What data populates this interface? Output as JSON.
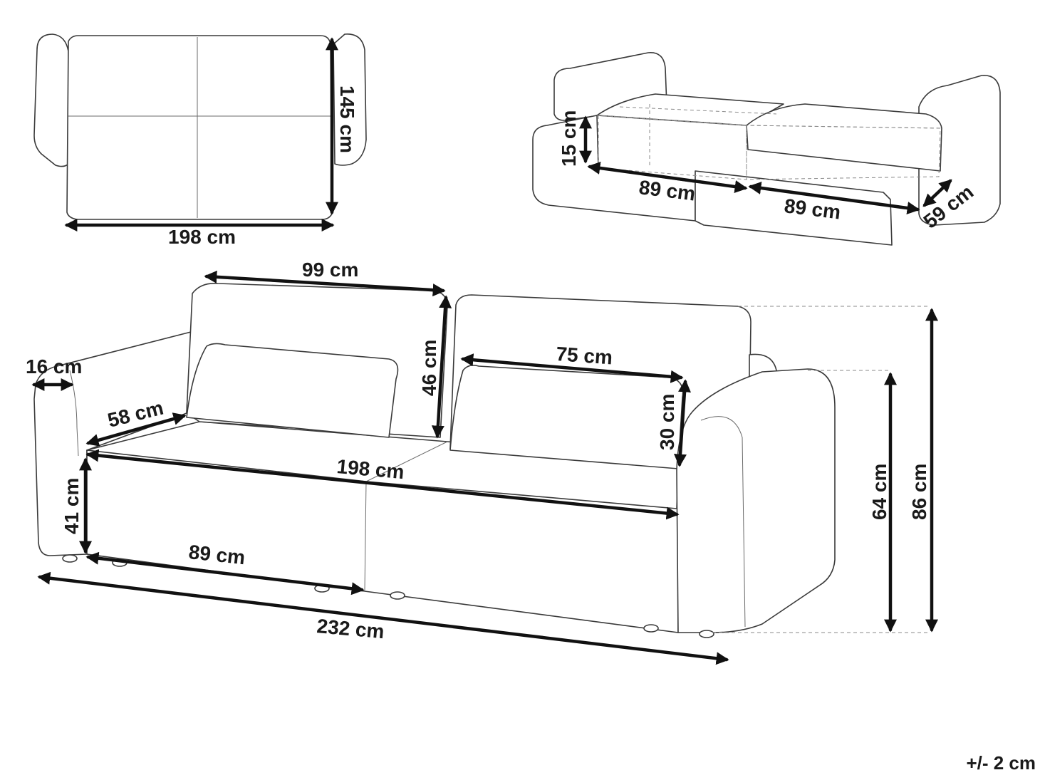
{
  "top_view": {
    "depth": "145 cm",
    "width": "198 cm"
  },
  "bed_view": {
    "mattress_height": "15 cm",
    "left_bed_width": "89 cm",
    "right_bed_width": "89 cm",
    "extension": "59 cm"
  },
  "front_view": {
    "back_cushion_width": "99 cm",
    "back_cushion_height": "46 cm",
    "pillow_width": "75 cm",
    "pillow_height": "30 cm",
    "armrest_width": "16 cm",
    "seat_depth": "58 cm",
    "seat_width": "198 cm",
    "seat_height": "41 cm",
    "seat_module_width": "89 cm",
    "total_width": "232 cm",
    "armrest_height": "64 cm",
    "total_height": "86 cm"
  },
  "tolerance": "+/- 2 cm"
}
